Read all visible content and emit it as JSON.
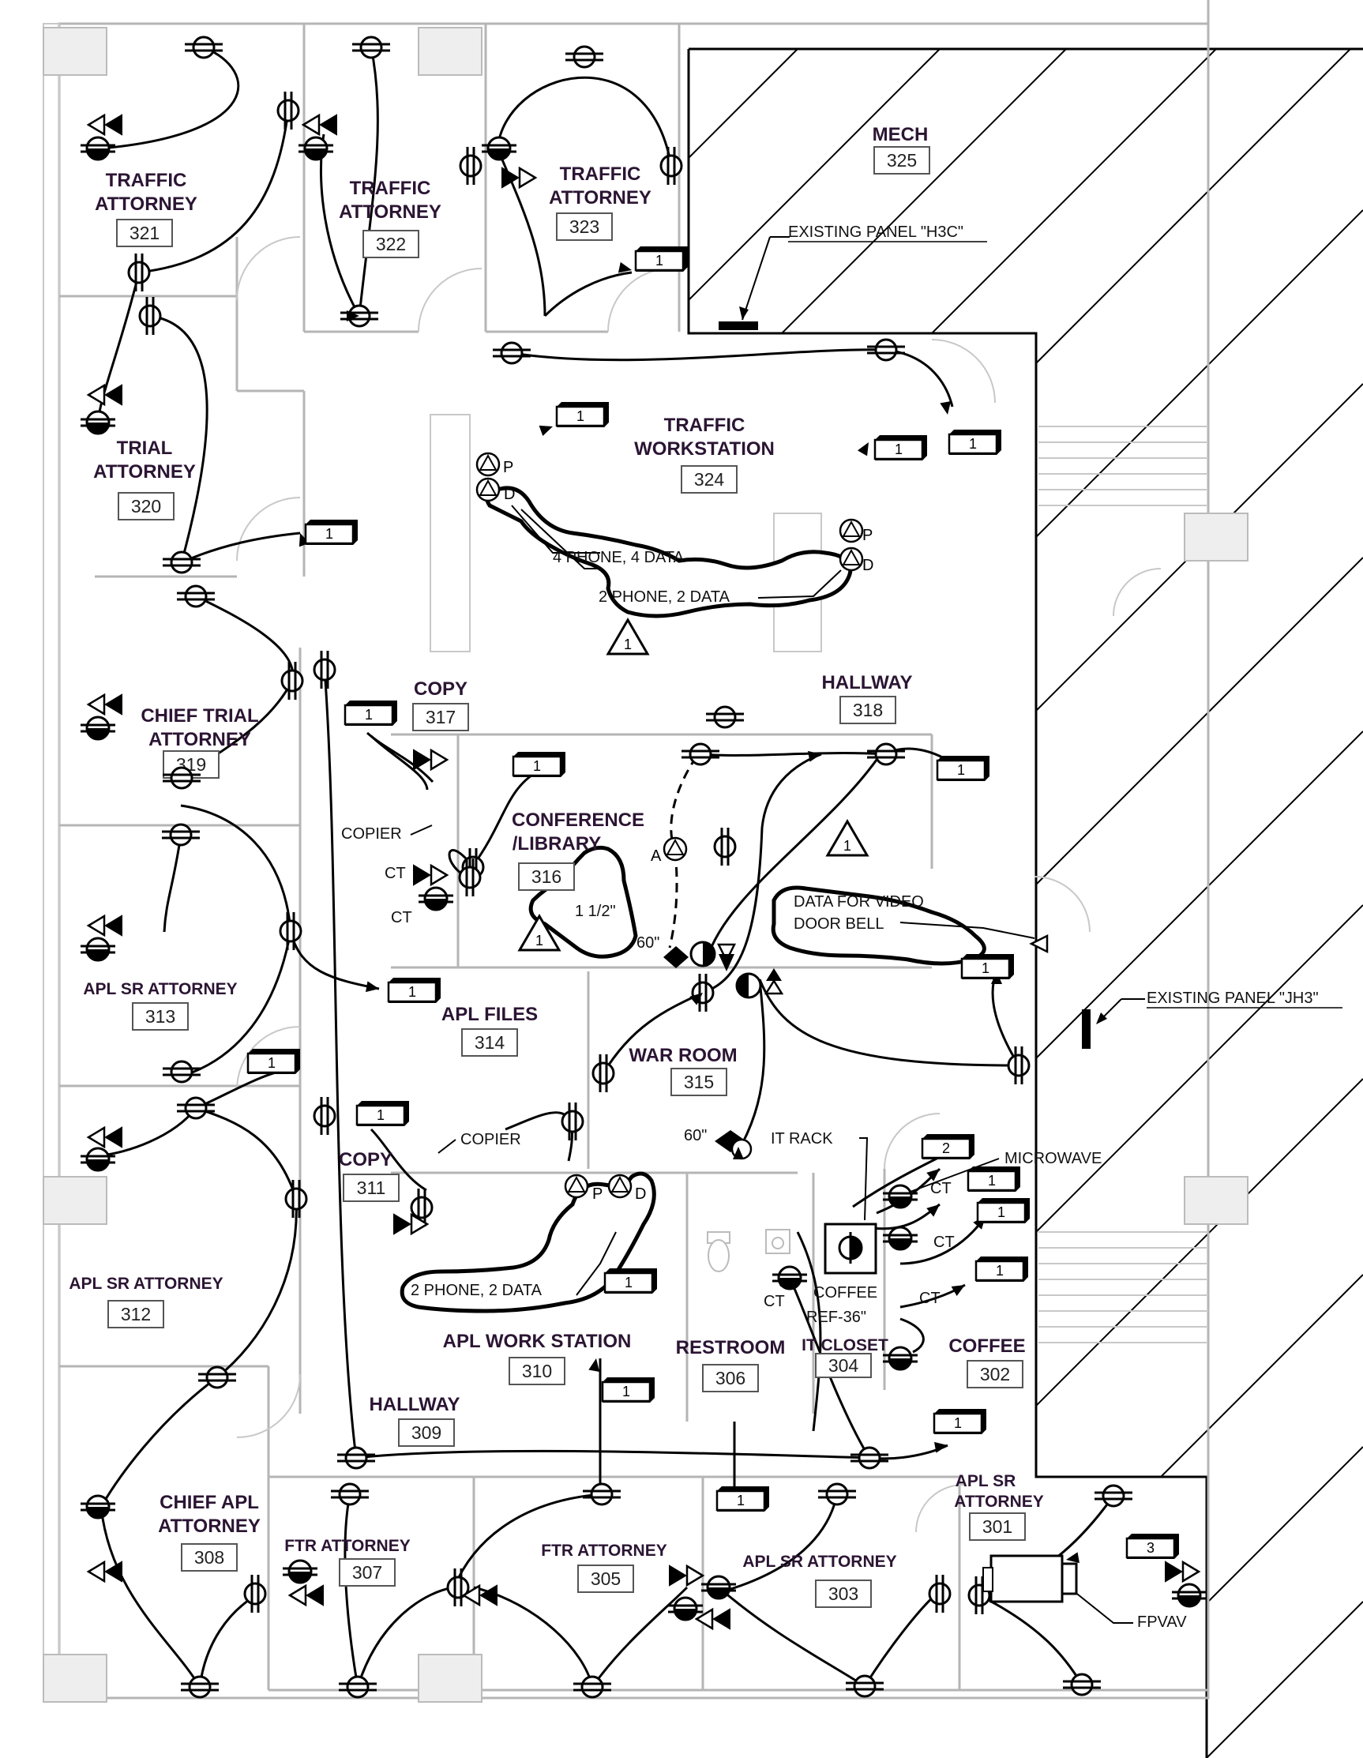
{
  "panels": {
    "h3c": "EXISTING PANEL \"H3C\"",
    "jh3": "EXISTING PANEL \"JH3\""
  },
  "rooms": {
    "r321": {
      "name": [
        "TRAFFIC",
        "ATTORNEY"
      ],
      "number": "321"
    },
    "r322": {
      "name": [
        "TRAFFIC",
        "ATTORNEY"
      ],
      "number": "322"
    },
    "r323": {
      "name": [
        "TRAFFIC",
        "ATTORNEY"
      ],
      "number": "323"
    },
    "r325": {
      "name": [
        "MECH"
      ],
      "number": "325"
    },
    "r320": {
      "name": [
        "TRIAL",
        "ATTORNEY"
      ],
      "number": "320"
    },
    "r324": {
      "name": [
        "TRAFFIC",
        "WORKSTATION"
      ],
      "number": "324"
    },
    "r319": {
      "name": [
        "CHIEF TRIAL",
        "ATTORNEY"
      ],
      "number": "319"
    },
    "r317": {
      "name": [
        "COPY"
      ],
      "number": "317"
    },
    "r318": {
      "name": [
        "HALLWAY"
      ],
      "number": "318"
    },
    "r316": {
      "name": [
        "CONFERENCE",
        "/LIBRARY"
      ],
      "number": "316"
    },
    "r313": {
      "name": [
        "APL SR ATTORNEY"
      ],
      "number": "313"
    },
    "r314": {
      "name": [
        "APL FILES"
      ],
      "number": "314"
    },
    "r315": {
      "name": [
        "WAR ROOM"
      ],
      "number": "315"
    },
    "r311": {
      "name": [
        "COPY"
      ],
      "number": "311"
    },
    "r312": {
      "name": [
        "APL SR ATTORNEY"
      ],
      "number": "312"
    },
    "r310": {
      "name": [
        "APL WORK STATION"
      ],
      "number": "310"
    },
    "r306": {
      "name": [
        "RESTROOM"
      ],
      "number": "306"
    },
    "r304": {
      "name": [
        "IT CLOSET"
      ],
      "number": "304"
    },
    "r302": {
      "name": [
        "COFFEE"
      ],
      "number": "302"
    },
    "r309": {
      "name": [
        "HALLWAY"
      ],
      "number": "309"
    },
    "r308": {
      "name": [
        "CHIEF APL",
        "ATTORNEY"
      ],
      "number": "308"
    },
    "r307": {
      "name": [
        "FTR ATTORNEY"
      ],
      "number": "307"
    },
    "r305": {
      "name": [
        "FTR ATTORNEY"
      ],
      "number": "305"
    },
    "r303": {
      "name": [
        "APL SR ATTORNEY"
      ],
      "number": "303"
    },
    "r301": {
      "name": [
        "APL SR",
        "ATTORNEY"
      ],
      "number": "301"
    }
  },
  "notes": {
    "phone4": "4 PHONE, 4 DATA",
    "phone2a": "2 PHONE, 2 DATA",
    "phone2b": "2 PHONE, 2 DATA",
    "copier1": "COPIER",
    "copier2": "COPIER",
    "ct": "CT",
    "video": [
      "DATA FOR VIDEO",
      "DOOR BELL"
    ],
    "itrack": "IT RACK",
    "microwave": "MICROWAVE",
    "coffee": "COFFEE",
    "ref": "REF-36\"",
    "fpvav": "FPVAV",
    "h112": "1 1/2\"",
    "h60a": "60\"",
    "h60b": "60\"",
    "a": "A",
    "p": "P",
    "d": "D"
  },
  "revision_mark": "1",
  "circuit_tags": [
    "1",
    "2",
    "3"
  ]
}
